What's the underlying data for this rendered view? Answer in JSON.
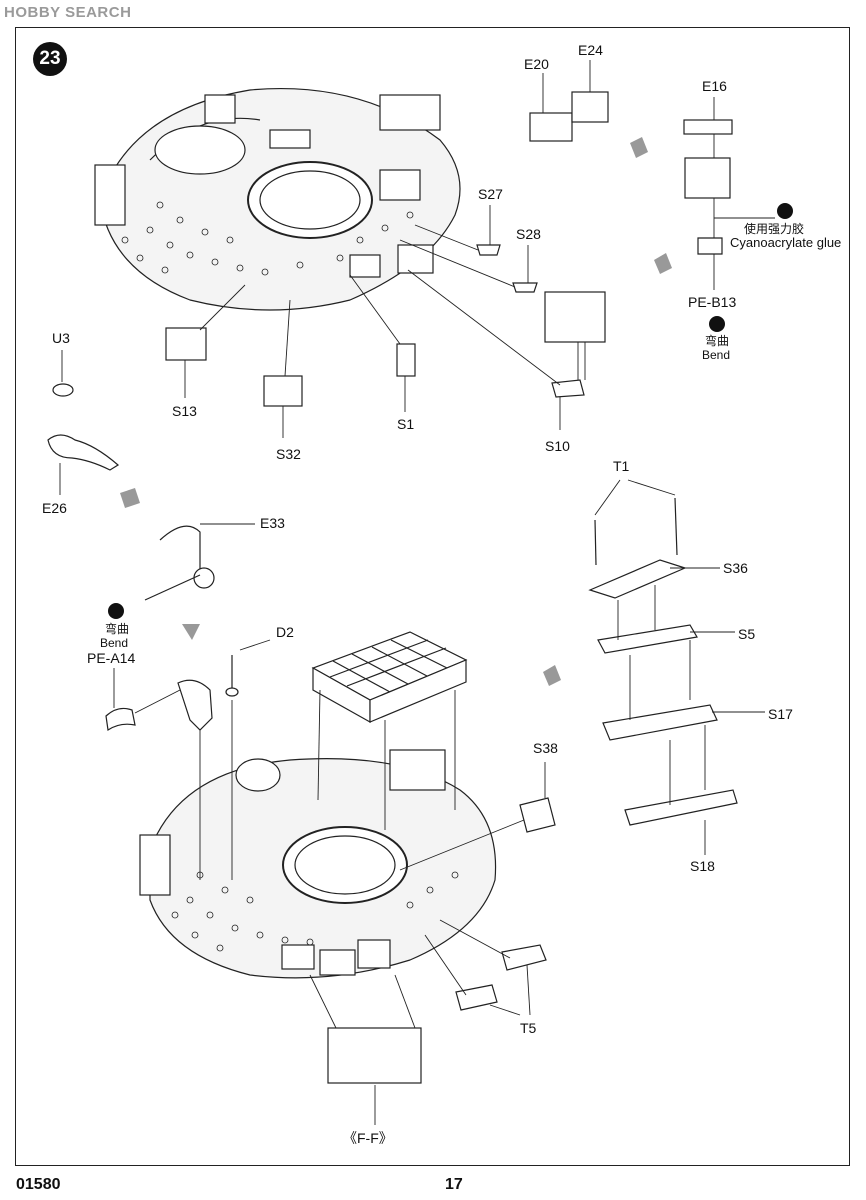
{
  "watermark": "HOBBY SEARCH",
  "step_number": "23",
  "parts": {
    "E20": "E20",
    "E24": "E24",
    "E16": "E16",
    "S27": "S27",
    "S28": "S28",
    "U3": "U3",
    "S13": "S13",
    "S32": "S32",
    "S1": "S1",
    "S10": "S10",
    "PE_B13": "PE-B13",
    "E26": "E26",
    "E33": "E33",
    "T1": "T1",
    "S36": "S36",
    "D2": "D2",
    "S5": "S5",
    "PE_A14": "PE-A14",
    "S17": "S17",
    "S38": "S38",
    "S18": "S18",
    "T5": "T5",
    "FF": "《F-F》"
  },
  "notes": {
    "glue_cn": "使用强力胶",
    "glue_en": "Cyanoacrylate glue",
    "bend_cn": "弯曲",
    "bend_en": "Bend"
  },
  "icons": {
    "glue": "glue-drop-icon",
    "bend": "bend-icon"
  },
  "footer": {
    "product_code": "01580",
    "page_number": "17"
  }
}
